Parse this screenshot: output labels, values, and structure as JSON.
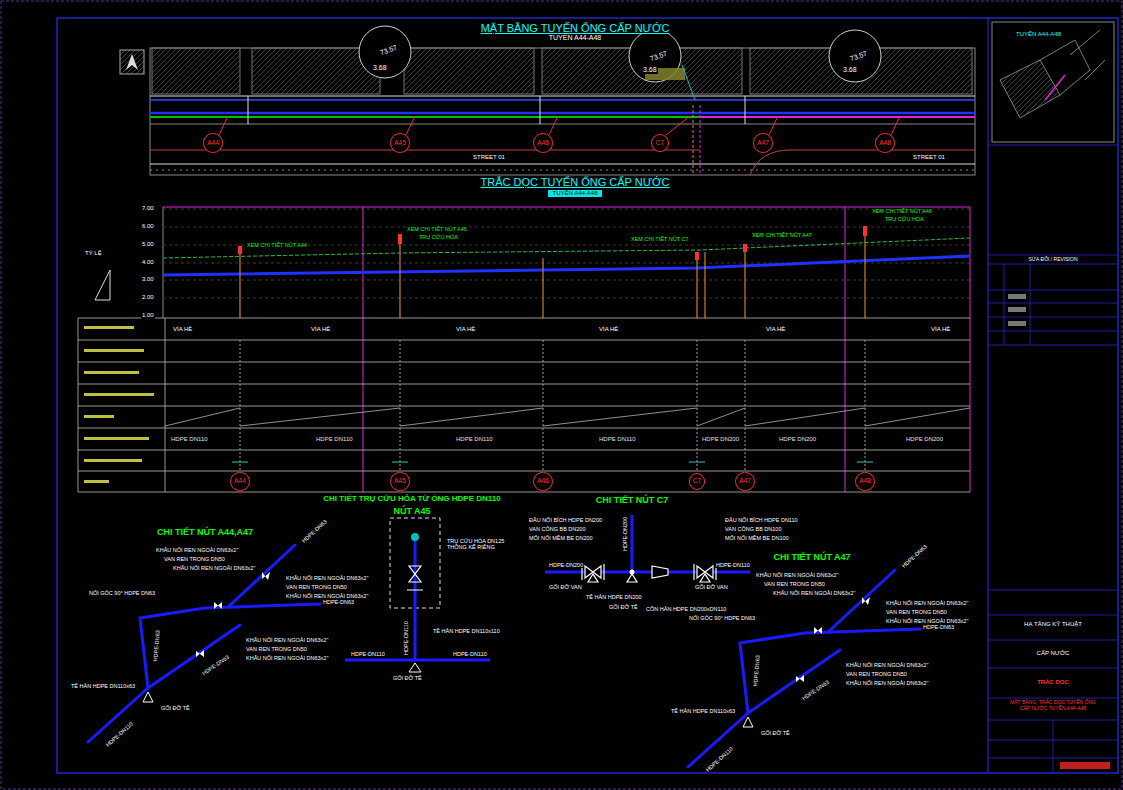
{
  "diagram": {
    "title": "MẶT BẰNG TUYẾN ỐNG CẤP NƯỚC",
    "nodes": [
      {
        "text": [
          "A44"
        ]
      },
      {
        "text": [
          "A45"
        ]
      },
      {
        "text": [
          "A46"
        ]
      },
      {
        "text": [
          "C7"
        ]
      },
      {
        "text": [
          "A47"
        ]
      },
      {
        "text": [
          "A48"
        ]
      },
      {
        "text": [
          "A44"
        ]
      },
      {
        "text": [
          "A45"
        ]
      },
      {
        "text": [
          "A46"
        ]
      },
      {
        "text": [
          "C7"
        ]
      },
      {
        "text": [
          "A47"
        ]
      },
      {
        "text": [
          "A48"
        ]
      }
    ],
    "labels": [
      "TUYẾN A44-A48",
      "TRẮC DỌC TUYẾN ỐNG CẤP NƯỚC",
      "TUYẾN A44-A48",
      "7.00",
      "6.00",
      "5.00",
      "4.00",
      "3.00",
      "2.00",
      "1.00",
      "TỶ LỆ",
      "STREET 01",
      "STREET 01",
      "VỈA HÈ",
      "VỈA HÈ",
      "VỈA HÈ",
      "VỈA HÈ",
      "VỈA HÈ",
      "VỈA HÈ",
      "HDPE DN110",
      "HDPE DN110",
      "HDPE DN110",
      "HDPE DN110",
      "HDPE DN200",
      "HDPE DN200",
      "HDPE DN200",
      "XEM CHI TIẾT NÚT A44",
      "XEM CHI TIẾT NÚT A45",
      "TRỤ CỨU HỎA",
      "XEM CHI TIẾT NÚT C7",
      "XEM CHI TIẾT NÚT A47",
      "XEM CHI TIẾT NÚT A48",
      "TRỤ CỨU HỎA",
      "CHI TIẾT TRỤ CỨU HỎA TỪ ỐNG HDPE DN110",
      "NÚT A45",
      "CHI TIẾT NÚT A44,A47",
      "CHI TIẾT NÚT C7",
      "CHI TIẾT NÚT A47",
      "KHÂU NỐI REN NGOÀI DN63x2\"",
      "VAN REN TRONG DN50",
      "KHÂU NỐI REN NGOÀI DN63x2\"",
      "HDPE-DN63",
      "KHÂU NỐI REN NGOÀI DN63x2\"",
      "VAN REN TRONG DN50",
      "KHÂU NỐI REN NGOÀI DN63x2\"",
      "HDPE-DN63",
      "NỐI GÓC 90° HDPE DN63",
      "HDPE-DN63",
      "KHÂU NỐI REN NGOÀI DN63x2\"",
      "VAN REN TRONG DN50",
      "KHÂU NỐI REN NGOÀI DN63x2\"",
      "TÊ HÀN HDPE DN110x63",
      "GỐI ĐỠ TÊ",
      "HDPE-DN110",
      "HDPE-DN63",
      "TRỤ CỨU HỎA DN125 THÔNG KẾ RIÊNG",
      "HDPE-DN110",
      "TÊ HÀN HDPE DN110x110",
      "HDPE-DN110",
      "HDPE-DN110",
      "GỐI ĐỠ TÊ",
      "ĐẦU NỐI BÍCH HDPE DN200",
      "VAN CỔNG BB DN200",
      "MỐI NỐI MỀM BE DN200",
      "HDPE-DN200",
      "GỐI ĐỠ VAN",
      "TÊ HÀN HDPE DN200",
      "GỐI ĐỠ TÊ",
      "HDPE-DN200",
      "CÔN HÀN HDPE DN200xDN110",
      "ĐẦU NỐI BÍCH HDPE DN110",
      "VAN CỔNG BB DN100",
      "MỐI NỐI MỀM BE DN100",
      "HDPE-DN110",
      "GỐI ĐỠ VAN",
      "KHÂU NỐI REN NGOÀI DN63x2\"",
      "VAN REN TRONG DN50",
      "KHÂU NỐI REN NGOÀI DN63x2\"",
      "HDPE-DN63",
      "KHÂU NỐI REN NGOÀI DN63x2\"",
      "VAN REN TRONG DN50",
      "KHÂU NỐI REN NGOÀI DN63x2\"",
      "HDPE-DN63",
      "NỐI GÓC 90° HDPE DN63",
      "HDPE-DN63",
      "KHÂU NỐI REN NGOÀI DN63x2\"",
      "VAN REN TRONG DN50",
      "KHÂU NỐI REN NGOÀI DN63x2\"",
      "TÊ HÀN HDPE DN110x63",
      "GỐI ĐỠ TÊ",
      "HDPE-DN110",
      "HDPE-DN63",
      "TUYẾN A44-A48",
      "SỬA ĐỔI / REVISION",
      "HẠ TẦNG KỸ THUẬT",
      "CẤP NƯỚC",
      "TRẮC DỌC",
      "MẶT BẰNG, TRẮC DỌC TUYẾN ỐNG CẤP NƯỚC TUYẾN A44-A48",
      "73.57",
      "73.57",
      "73.57",
      "3.68",
      "3.68",
      "3.68"
    ]
  }
}
